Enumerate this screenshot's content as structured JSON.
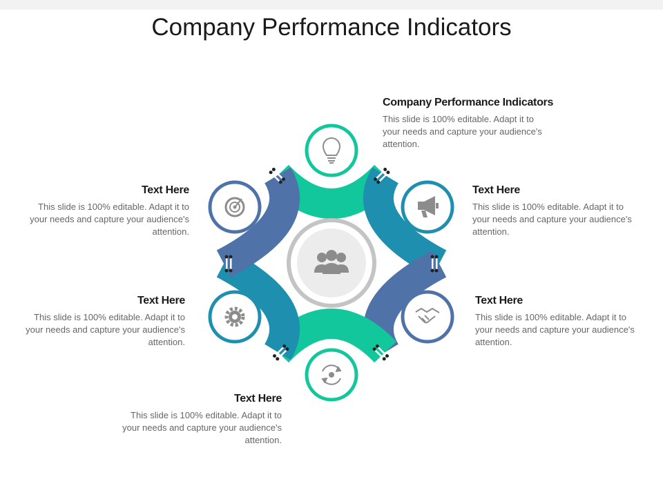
{
  "title": "Company Performance Indicators",
  "colors": {
    "green": "#12c79b",
    "teal": "#1e8fae",
    "navy": "#4f73a8",
    "center_ring": "#c4c4c4",
    "icon": "#8c8c8c"
  },
  "items": [
    {
      "id": "top",
      "heading": "Company Performance Indicators",
      "body": "This slide is 100% editable. Adapt it to your needs and capture your audience's attention.",
      "icon": "lightbulb-icon",
      "color": "#12c79b"
    },
    {
      "id": "upper-right",
      "heading": "Text Here",
      "body": "This slide is 100% editable. Adapt it to your needs and capture your audience's attention.",
      "icon": "megaphone-icon",
      "color": "#1e8fae"
    },
    {
      "id": "lower-right",
      "heading": "Text Here",
      "body": "This slide is 100% editable. Adapt it to your needs and capture your audience's attention.",
      "icon": "handshake-icon",
      "color": "#4f73a8"
    },
    {
      "id": "bottom",
      "heading": "Text Here",
      "body": "This slide is 100% editable. Adapt it to your needs and capture your audience's attention.",
      "icon": "refresh-gear-icon",
      "color": "#12c79b"
    },
    {
      "id": "lower-left",
      "heading": "Text Here",
      "body": "This slide is 100% editable. Adapt it to your needs and capture your audience's attention.",
      "icon": "gear-icon",
      "color": "#1e8fae"
    },
    {
      "id": "upper-left",
      "heading": "Text Here",
      "body": "This slide is 100% editable. Adapt it to your needs and capture your audience's attention.",
      "icon": "target-icon",
      "color": "#4f73a8"
    }
  ],
  "center": {
    "icon": "team-icon"
  }
}
